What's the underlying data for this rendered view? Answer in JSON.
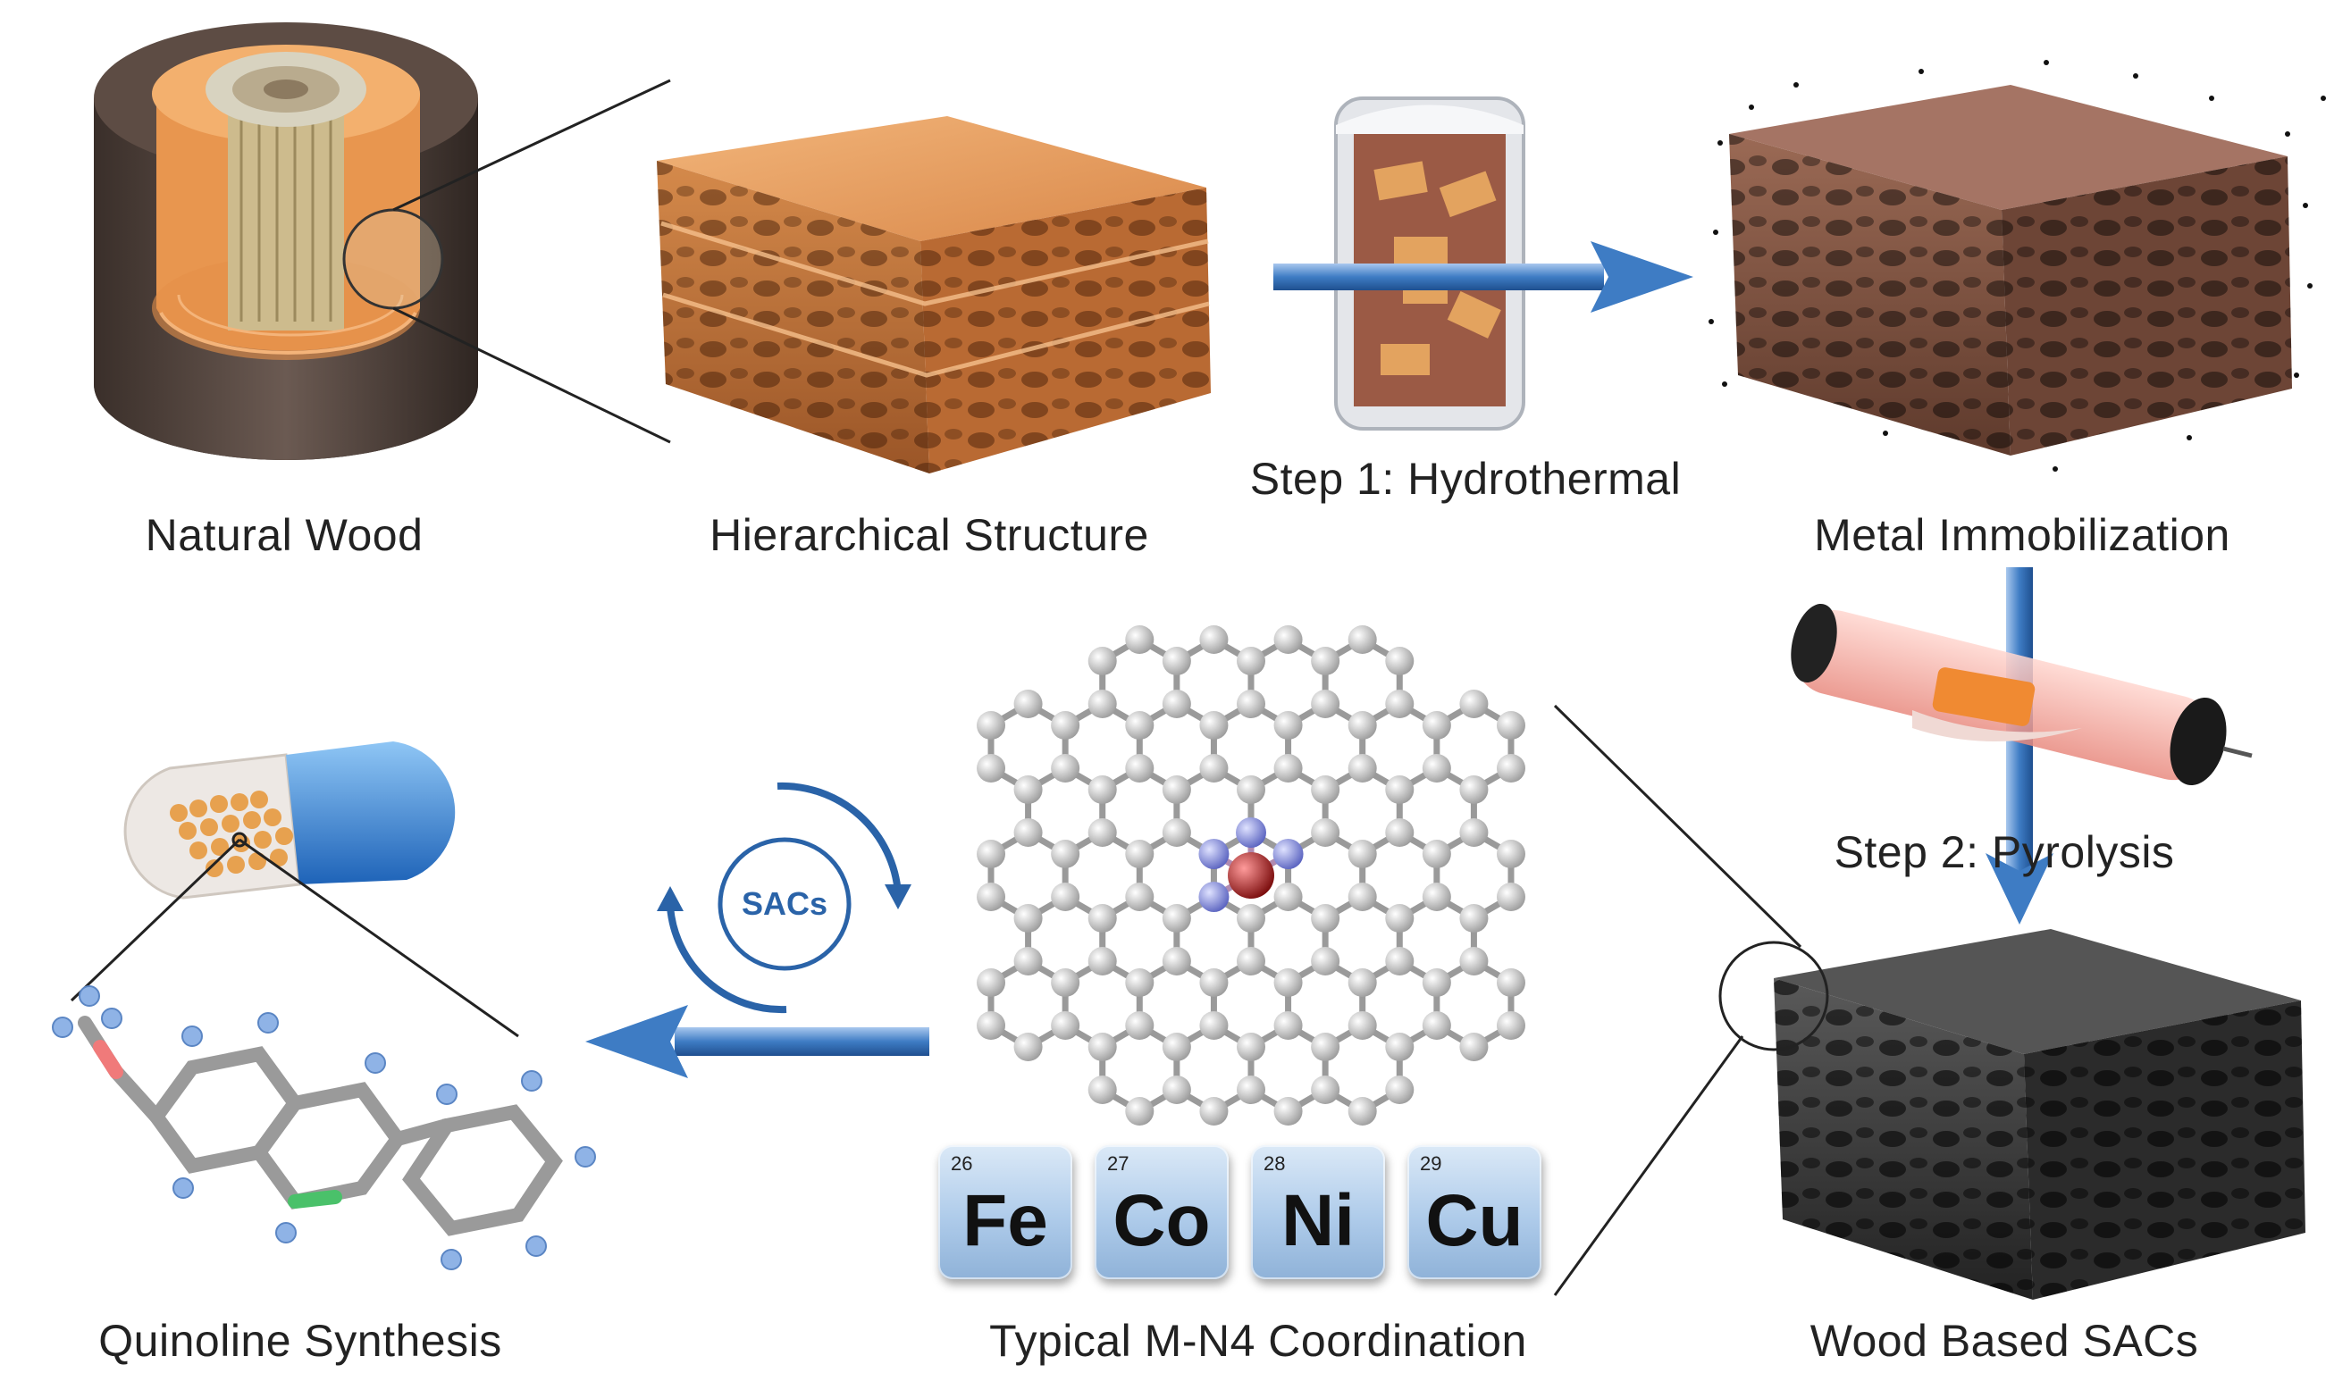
{
  "labels": {
    "natural_wood": "Natural Wood",
    "hierarchical": "Hierarchical Structure",
    "step1": "Step 1: Hydrothermal",
    "metal": "Metal Immobilization",
    "step2": "Step 2: Pyrolysis",
    "wood_sacs": "Wood Based SACs",
    "coordination": "Typical M-N4 Coordination",
    "quinoline": "Quinoline Synthesis",
    "sacs_cycle": "SACs"
  },
  "elements": [
    {
      "number": "26",
      "symbol": "Fe"
    },
    {
      "number": "27",
      "symbol": "Co"
    },
    {
      "number": "28",
      "symbol": "Ni"
    },
    {
      "number": "29",
      "symbol": "Cu"
    }
  ],
  "colors": {
    "wood_light": "#e7a56a",
    "wood_dark": "#8a4a25",
    "metal_block": "#8a5a48",
    "carbon_block": "#3c3c3c",
    "arrow_blue": "#3e7cc4",
    "tile_blue": "#aecbea",
    "center_atom": "#a01818",
    "n_atom": "#7d86d6",
    "c_atom": "#c8c8c8"
  }
}
